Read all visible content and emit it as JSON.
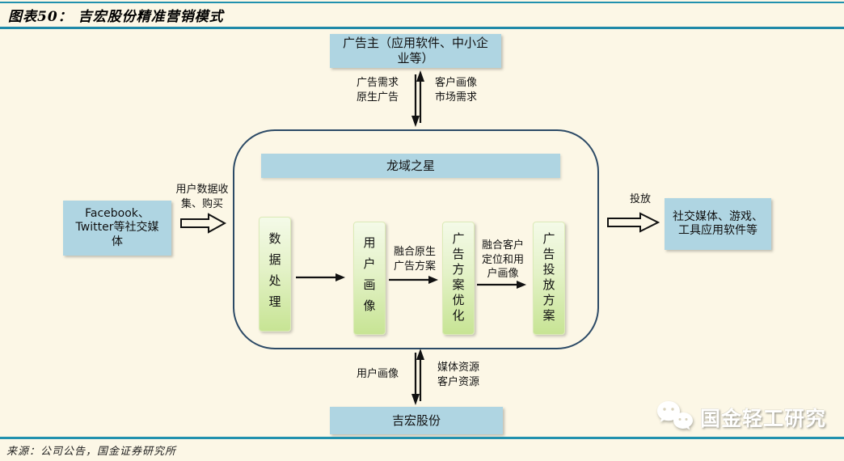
{
  "title": "图表50：  吉宏股份精准营销模式",
  "colors": {
    "background": "#FCF7E6",
    "accent_teal": "#2191AE",
    "node_blue": "#AFD5E2",
    "green_top": "#F4FAE8",
    "green_bottom": "#C7E494",
    "container_border": "#2C4A66",
    "arrow_black": "#111111",
    "logo_text_white": "#FFFFFF"
  },
  "nodes": {
    "advertiser": "广告主（应用软件、中小企\n业等）",
    "platform": "龙域之星",
    "facebook": "Facebook、\nTwitter等社交媒\n体",
    "media_out": "社交媒体、游戏、\n工具应用软件等",
    "jihong": "吉宏股份",
    "steps": [
      "数据处理",
      "用户画像",
      "广告方案优化",
      "广告投放方案"
    ]
  },
  "labels": {
    "top_arrow_left": "广告需求\n原生广告",
    "top_arrow_right": "客户画像\n市场需求",
    "collect": "用户数据收\n集、购买",
    "merge_native": "融合原生\n广告方案",
    "merge_customer": "融合客户\n定位和用\n户画像",
    "deploy": "投放",
    "bottom_arrow_left": "用户画像",
    "bottom_arrow_right": "媒体资源\n客户资源"
  },
  "footer": {
    "source": "来源：公司公告，国金证券研究所",
    "brand": "国金轻工研究",
    "brand_icon": "wechat-bubbles-icon"
  }
}
